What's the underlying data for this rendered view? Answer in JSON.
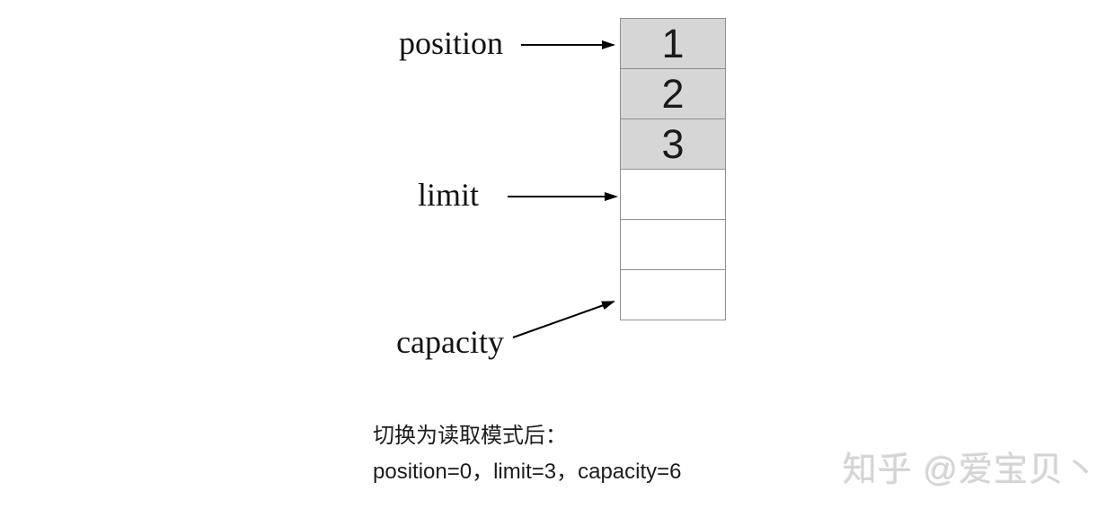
{
  "diagram": {
    "cells": [
      {
        "value": "1",
        "filled": true
      },
      {
        "value": "2",
        "filled": true
      },
      {
        "value": "3",
        "filled": true
      },
      {
        "value": "",
        "filled": false
      },
      {
        "value": "",
        "filled": false
      },
      {
        "value": "",
        "filled": false
      }
    ],
    "labels": {
      "position": "position",
      "limit": "limit",
      "capacity": "capacity"
    }
  },
  "caption": {
    "line1": "切换为读取模式后：",
    "line2": "position=0，limit=3，capacity=6"
  },
  "watermark": {
    "text": "知乎 @爱宝贝丶"
  },
  "colors": {
    "background": "#ffffff",
    "cell_fill": "#d6d6d6",
    "cell_border": "#8f8f8f",
    "label_text": "#111111",
    "arrow": "#000000",
    "caption_text": "#1c1c1c",
    "watermark_text": "#d4d4d4"
  }
}
